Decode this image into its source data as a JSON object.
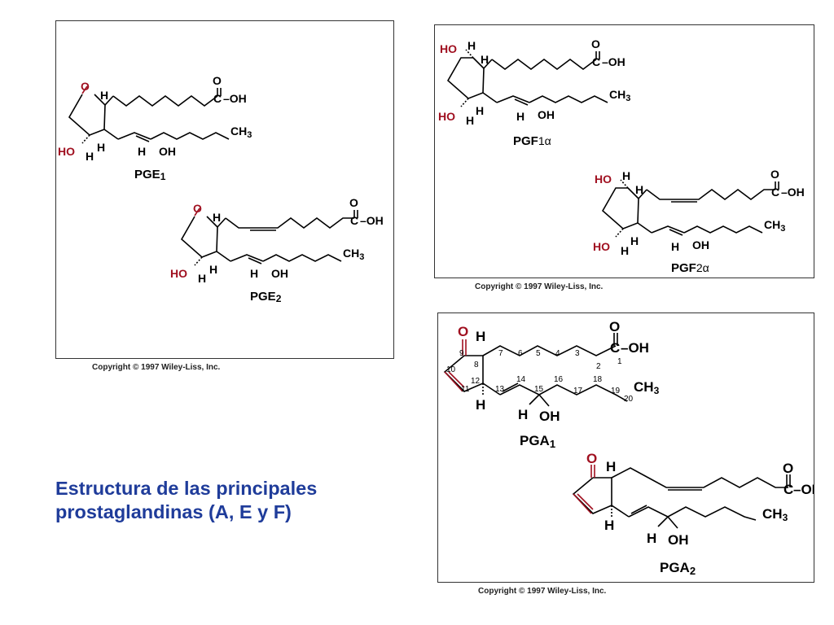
{
  "panel_e": {
    "pge1": {
      "name": "PGE",
      "sub": "1",
      "o": "O",
      "ho": "HO",
      "oh": "OH",
      "h": "H",
      "cooh_o": "O",
      "cooh_c": "C",
      "cooh_oh": "–OH",
      "ch3": "CH",
      "ch3_sub": "3"
    },
    "pge2": {
      "name": "PGE",
      "sub": "2",
      "o": "O",
      "ho": "HO",
      "oh": "OH",
      "h": "H",
      "cooh_o": "O",
      "cooh_c": "C",
      "cooh_oh": "–OH",
      "ch3": "CH",
      "ch3_sub": "3"
    },
    "copyright": "Copyright © 1997 Wiley-Liss, Inc."
  },
  "panel_f": {
    "pgf1": {
      "name": "PGF",
      "sub": "1α",
      "ho": "HO",
      "oh": "OH",
      "h": "H",
      "cooh_o": "O",
      "cooh_c": "C",
      "cooh_oh": "–OH",
      "ch3": "CH",
      "ch3_sub": "3"
    },
    "pgf2": {
      "name": "PGF",
      "sub": "2α",
      "ho": "HO",
      "oh": "OH",
      "h": "H",
      "cooh_o": "O",
      "cooh_c": "C",
      "cooh_oh": "–OH",
      "ch3": "CH",
      "ch3_sub": "3"
    },
    "copyright": "Copyright © 1997 Wiley-Liss, Inc."
  },
  "panel_a": {
    "pga1": {
      "name": "PGA",
      "sub": "1",
      "o": "O",
      "oh": "OH",
      "h": "H",
      "cooh_o": "O",
      "cooh_c": "C",
      "cooh_oh": "–OH",
      "ch3": "CH",
      "ch3_sub": "3",
      "numbers": [
        "9",
        "8",
        "7",
        "6",
        "5",
        "4",
        "3",
        "2",
        "1",
        "10",
        "11",
        "12",
        "13",
        "14",
        "15",
        "16",
        "17",
        "18",
        "19",
        "20"
      ]
    },
    "pga2": {
      "name": "PGA",
      "sub": "2",
      "o": "O",
      "oh": "OH",
      "h": "H",
      "cooh_o": "O",
      "cooh_c": "C",
      "cooh_oh": "–OH",
      "ch3": "CH",
      "ch3_sub": "3"
    },
    "copyright": "Copyright © 1997 Wiley-Liss, Inc."
  },
  "caption": {
    "line1": "Estructura de las principales",
    "line2": "prostaglandinas (A, E y F)"
  }
}
